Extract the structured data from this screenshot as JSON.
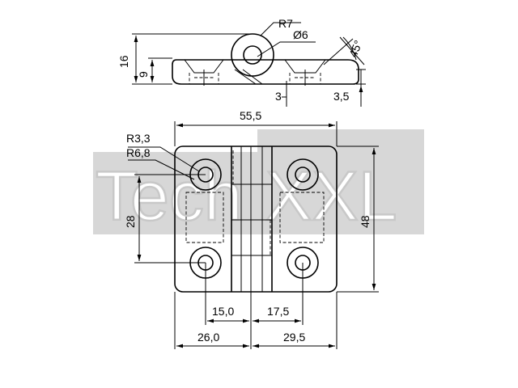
{
  "watermark": {
    "text_left": "Tech",
    "text_right": "XXL",
    "box_color": "#d7d7d7"
  },
  "dimensions": {
    "radius_top": "R7",
    "hole_diameter": "Ø6",
    "angle": "45°",
    "height_total": "16",
    "height_leaf": "9",
    "offset_3": "3",
    "offset_3_5": "3,5",
    "width_total": "55,5",
    "radius_small": "R3,3",
    "radius_large": "R6,8",
    "height_48": "48",
    "hole_spacing_28": "28",
    "left_hole_to_axis": "15,0",
    "axis_to_right_hole": "17,5",
    "left_edge_to_axis": "26,0",
    "axis_to_right_edge": "29,5"
  }
}
